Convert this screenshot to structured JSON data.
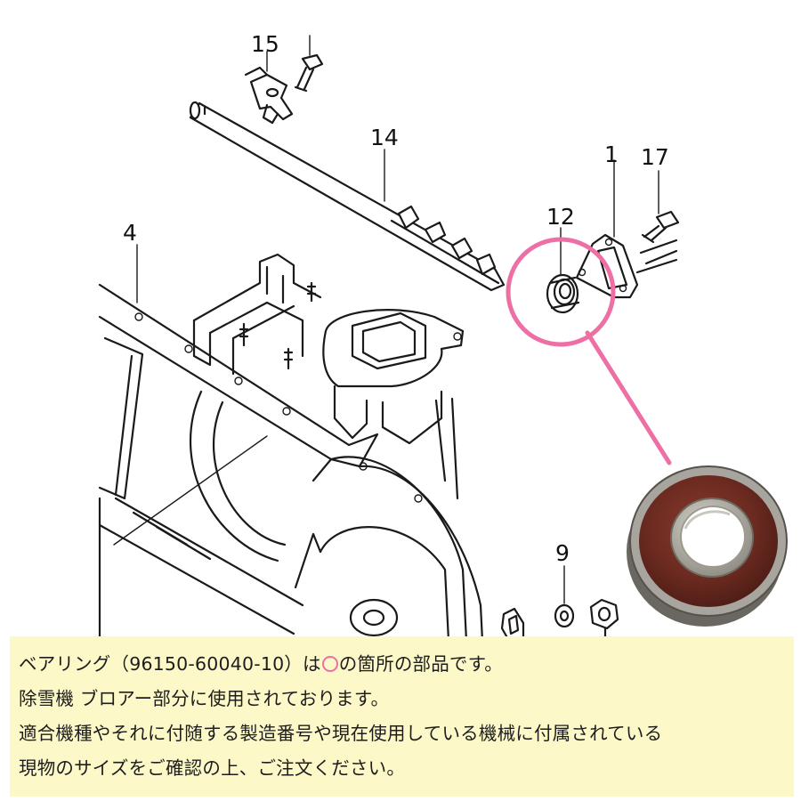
{
  "diagram": {
    "callouts": [
      {
        "id": "15",
        "label": "15"
      },
      {
        "id": "14",
        "label": "14"
      },
      {
        "id": "4",
        "label": "4"
      },
      {
        "id": "12",
        "label": "12"
      },
      {
        "id": "1",
        "label": "1"
      },
      {
        "id": "17",
        "label": "17"
      },
      {
        "id": "9",
        "label": "9"
      }
    ],
    "highlight_color": "#ee6fa4",
    "bearing_colors": {
      "seal": "#6b2a20",
      "outer_ring": "#9a9890",
      "inner_ring": "#b8b5ac"
    }
  },
  "notice": {
    "background": "#fdf8c8",
    "line1_before": "ベアリング（96150-60040-10）は",
    "line1_after": "の箇所の部品です。",
    "line2": "除雪機 ブロアー部分に使用されております。",
    "line3": "適合機種やそれに付随する製造番号や現在使用している機械に付属されている",
    "line4": "現物のサイズをご確認の上、ご注文ください。"
  }
}
